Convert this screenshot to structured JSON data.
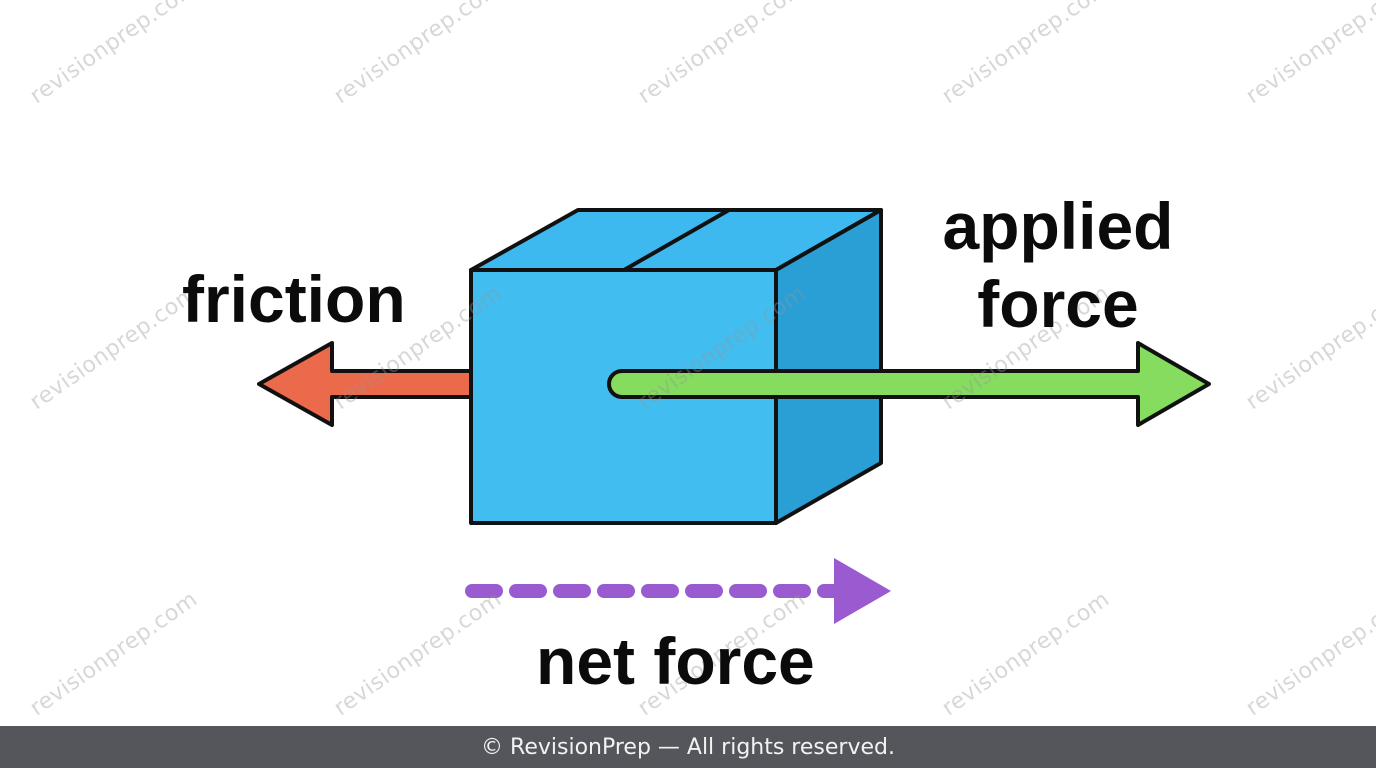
{
  "labels": {
    "friction": "friction",
    "applied_line1": "applied",
    "applied_line2": "force",
    "net": "net force"
  },
  "colors": {
    "box_front": "#42bdf0",
    "box_top": "#3db9ef",
    "box_side": "#2a9fd6",
    "friction_arrow": "#ec6a4c",
    "applied_arrow": "#86dc5e",
    "net_arrow": "#9b5bd0",
    "outline": "#111111",
    "footer_bg": "#55565b"
  },
  "watermark": "revisionprep.com",
  "footer": {
    "text": "© RevisionPrep — All rights reserved."
  }
}
